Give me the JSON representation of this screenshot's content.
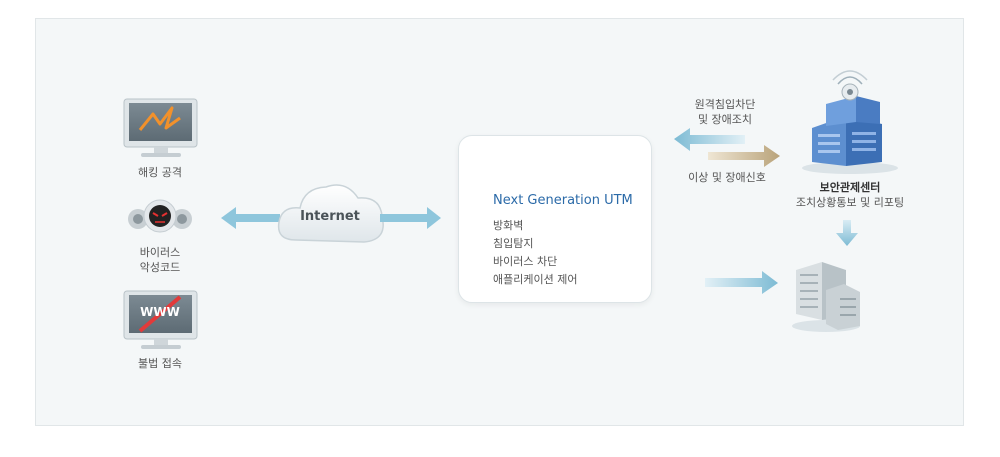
{
  "threats": {
    "hacking": "해킹 공격",
    "virus_line1": "바이러스",
    "virus_line2": "악성코드",
    "illegal": "불법 접속",
    "www_text": "WWW"
  },
  "internet": {
    "label": "Internet"
  },
  "utm": {
    "title": "Next Generation UTM",
    "features": [
      "방화벽",
      "침입탐지",
      "바이러스 차단",
      "애플리케이션 제어"
    ]
  },
  "flows": {
    "remote_block_line1": "원격침입차단",
    "remote_block_line2": "및 장애조치",
    "anomaly_notice": "이상 및 장애신호"
  },
  "center": {
    "title": "보안관제센터",
    "subtitle": "조치상황통보 및 리포팅"
  },
  "colors": {
    "arrow_blue": "#8ec6dc",
    "arrow_tan": "#c8b38c",
    "utm_blue": "#2b6aa8"
  }
}
